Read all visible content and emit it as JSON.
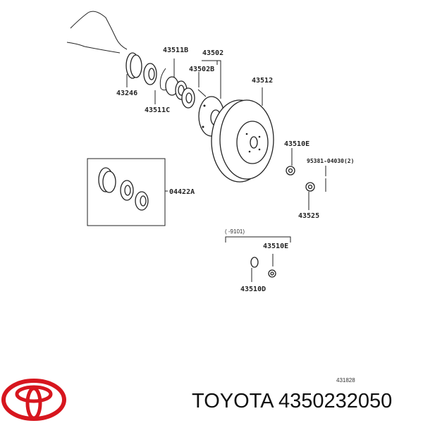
{
  "diagram": {
    "labels": {
      "p43511B": "43511B",
      "p43502": "43502",
      "p43502B": "43502B",
      "p43512": "43512",
      "p43246": "43246",
      "p43511C": "43511C",
      "p43510E_a": "43510E",
      "p95381": "95381-04030(2)",
      "p04422A": "04422A",
      "p43525": "43525",
      "range_note": "(   -9101)",
      "p43510E_b": "43510E",
      "p43510D": "43510D",
      "drawing_no": "431828"
    }
  },
  "caption": "TOYOTA 4350232050",
  "brand": {
    "name": "TOYOTA",
    "color": "#d7161e"
  }
}
